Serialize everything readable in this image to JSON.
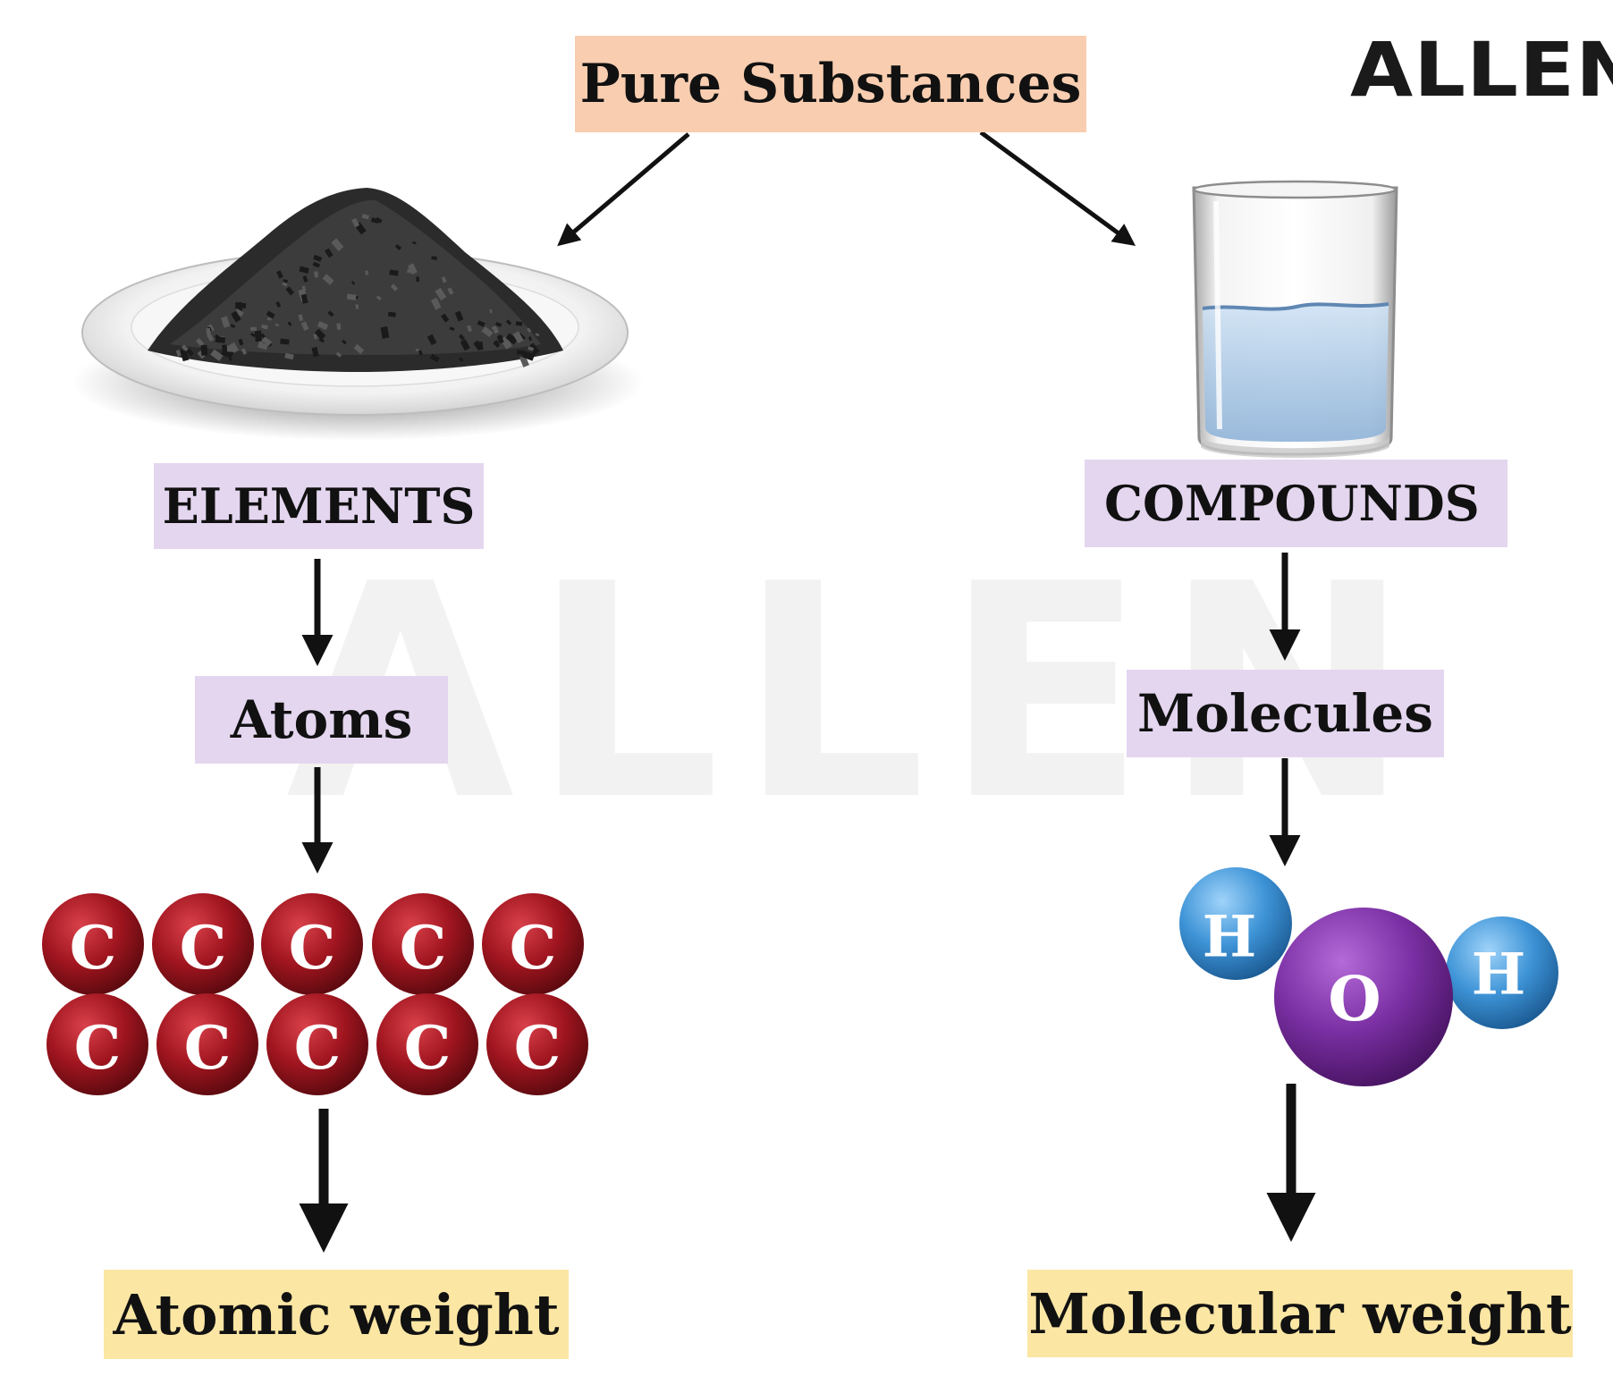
{
  "title": "Pure Substances",
  "logo": "ALLEN",
  "watermark": "ALLEN",
  "left": {
    "category": "ELEMENTS",
    "unit": "Atoms",
    "measure": "Atomic weight",
    "atom_symbol": "C"
  },
  "right": {
    "category": "COMPOUNDS",
    "unit": "Molecules",
    "measure": "Molecular weight",
    "molecule_atoms": [
      "H",
      "O",
      "H"
    ]
  },
  "colors": {
    "title_box": "#f8cdb0",
    "category_box": "#e4d6ef",
    "measure_box": "#fbe6a4",
    "carbon": "#a0151f",
    "oxygen": "#7a2fa3",
    "hydrogen": "#3d93d6",
    "arrow": "#111111"
  }
}
